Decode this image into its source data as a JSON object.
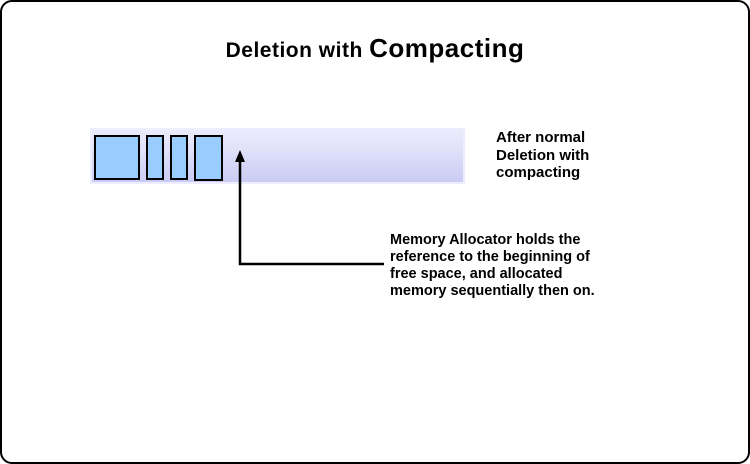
{
  "title": {
    "prefix": "Deletion with ",
    "emphasis": "Compacting"
  },
  "memory_bar": {
    "block_count": 4,
    "block_fill": "#99ccff",
    "block_border": "#000000",
    "bar_gradient_top": "#ebecfd",
    "bar_gradient_bottom": "#c9caf3",
    "arrow_color": "#000000"
  },
  "labels": {
    "after_state": "After normal\nDeletion with\ncompacting",
    "allocator_note": "Memory Allocator holds the\nreference to the beginning of\nfree space, and allocated\nmemory sequentially then on."
  }
}
